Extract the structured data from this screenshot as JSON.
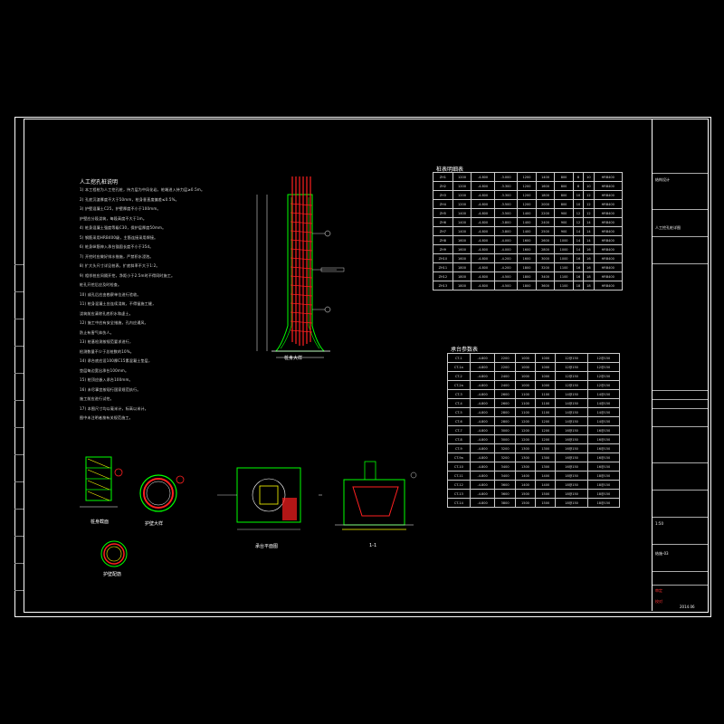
{
  "notes": {
    "title": "人工挖孔桩说明",
    "lines": [
      "1) 本工程桩为人工挖孔桩，持力层为中风化岩，桩端进入持力层≥0.5m。",
      "2) 孔底沉渣厚度不大于50mm，桩身垂直度偏差≤0.5%。",
      "3) 护壁混凝土C25，护壁厚度不小于100mm。",
      "   护壁应分段浇筑，每段高度不大于1m。",
      "4) 桩身混凝土强度等级C30，保护层厚度50mm。",
      "5) 钢筋采用HRB400级，主筋连接采用焊接。",
      "6) 桩身纵筋伸入承台锚固长度不小于35d。",
      "7) 开挖时应做好排水措施，严禁积水浸泡。",
      "8) 扩大头尺寸详见桩表，扩底斜率不大于1:2。",
      "9) 相邻桩应间隔开挖，净距小于2.5m时不得同时施工。",
      "   桩孔开挖后应及时检查。",
      "10) 成孔后应由勘察单位进行验收。",
      "11) 桩身混凝土应连续浇筑，不得留施工缝，",
      "    浇筑前应清除孔底积水和虚土。",
      "12) 施工中应有安全措施，孔内应通风，",
      "    防止有害气体伤人。",
      "13) 桩基检测按规范要求进行，",
      "    检测数量不少于总桩数的10%。",
      "14) 承台底应设100厚C15素混凝土垫层，",
      "    垫层每边宽出承台100mm。",
      "15) 桩顶应嵌入承台100mm。",
      "16) 未尽事宜按现行国家规范执行。",
      "    施工前应进行试挖。",
      "17) 本图尺寸均以毫米计，标高以米计。",
      "    图中未注明者按有关规范施工。"
    ]
  },
  "drawings": {
    "pile_elevation": "桩身大样",
    "wall_section": "护壁大样",
    "section_ring": "桩身截面",
    "cap_plan": "承台平面图",
    "cap_section": "1-1",
    "ring_detail": "护壁配筋"
  },
  "pile_table": {
    "title": "桩表明细表",
    "rows": [
      [
        "ZH1",
        "1200",
        "-4.800",
        "-3.000",
        "1200",
        "1400",
        "800",
        "8",
        "10",
        "HRB400"
      ],
      [
        "ZH2",
        "1200",
        "-4.800",
        "-3.300",
        "1200",
        "1600",
        "800",
        "8",
        "10",
        "HRB400"
      ],
      [
        "ZH3",
        "1200",
        "-4.800",
        "-3.300",
        "1200",
        "1800",
        "800",
        "10",
        "12",
        "HRB400"
      ],
      [
        "ZH4",
        "1200",
        "-4.800",
        "-3.500",
        "1200",
        "2000",
        "800",
        "10",
        "12",
        "HRB400"
      ],
      [
        "ZH5",
        "1400",
        "-4.800",
        "-3.500",
        "1400",
        "2200",
        "900",
        "12",
        "12",
        "HRB400"
      ],
      [
        "ZH6",
        "1400",
        "-4.800",
        "-3.800",
        "1400",
        "2400",
        "900",
        "12",
        "14",
        "HRB400"
      ],
      [
        "ZH7",
        "1400",
        "-4.800",
        "-3.800",
        "1400",
        "2500",
        "900",
        "14",
        "14",
        "HRB400"
      ],
      [
        "ZH8",
        "1600",
        "-4.800",
        "-4.000",
        "1600",
        "2600",
        "1000",
        "14",
        "14",
        "HRB400"
      ],
      [
        "ZH9",
        "1600",
        "-4.800",
        "-4.000",
        "1600",
        "2800",
        "1000",
        "14",
        "16",
        "HRB400"
      ],
      [
        "ZH10",
        "1600",
        "-4.800",
        "-4.200",
        "1600",
        "3000",
        "1000",
        "16",
        "16",
        "HRB400"
      ],
      [
        "ZH11",
        "1800",
        "-4.800",
        "-4.200",
        "1800",
        "3200",
        "1100",
        "16",
        "16",
        "HRB400"
      ],
      [
        "ZH12",
        "1800",
        "-4.800",
        "-4.500",
        "1800",
        "3400",
        "1100",
        "16",
        "18",
        "HRB400"
      ],
      [
        "ZH13",
        "1800",
        "-4.800",
        "-4.500",
        "1800",
        "3600",
        "1100",
        "18",
        "18",
        "HRB400"
      ]
    ]
  },
  "cap_table": {
    "title": "承台参数表",
    "rows": [
      [
        "CT-1",
        "-4.800",
        "2200",
        "1000",
        "1000",
        "12@150",
        "12@150"
      ],
      [
        "CT-1a",
        "-4.800",
        "2200",
        "1000",
        "1000",
        "12@150",
        "12@150"
      ],
      [
        "CT-2",
        "-4.800",
        "2400",
        "1000",
        "1000",
        "12@150",
        "12@150"
      ],
      [
        "CT-2a",
        "-4.800",
        "2400",
        "1000",
        "1000",
        "12@150",
        "12@150"
      ],
      [
        "CT-3",
        "-4.800",
        "2600",
        "1100",
        "1100",
        "14@150",
        "14@150"
      ],
      [
        "CT-4",
        "-4.800",
        "2600",
        "1100",
        "1100",
        "14@150",
        "14@150"
      ],
      [
        "CT-5",
        "-4.800",
        "2800",
        "1100",
        "1100",
        "14@150",
        "14@150"
      ],
      [
        "CT-6",
        "-4.800",
        "2800",
        "1200",
        "1200",
        "14@150",
        "14@150"
      ],
      [
        "CT-7",
        "-4.800",
        "3000",
        "1200",
        "1200",
        "16@150",
        "16@150"
      ],
      [
        "CT-8",
        "-4.800",
        "3000",
        "1200",
        "1200",
        "16@150",
        "16@150"
      ],
      [
        "CT-9",
        "-4.800",
        "3200",
        "1300",
        "1300",
        "16@150",
        "16@150"
      ],
      [
        "CT-9a",
        "-4.800",
        "3200",
        "1300",
        "1300",
        "16@150",
        "16@150"
      ],
      [
        "CT-10",
        "-4.800",
        "3400",
        "1300",
        "1300",
        "16@150",
        "16@150"
      ],
      [
        "CT-11",
        "-4.800",
        "3400",
        "1400",
        "1400",
        "18@150",
        "18@150"
      ],
      [
        "CT-12",
        "-4.800",
        "3600",
        "1400",
        "1400",
        "18@150",
        "18@150"
      ],
      [
        "CT-13",
        "-4.800",
        "3600",
        "1500",
        "1500",
        "18@150",
        "18@150"
      ],
      [
        "CT-14",
        "-4.800",
        "3800",
        "1500",
        "1500",
        "18@150",
        "18@150"
      ]
    ]
  },
  "title_block": {
    "project": "结构设计",
    "drawing_name": "人工挖孔桩详图",
    "scale": "1:50",
    "sheet_no": "结施-03",
    "date": "2014.06",
    "red_label_1": "审定",
    "red_label_2": "校对"
  }
}
